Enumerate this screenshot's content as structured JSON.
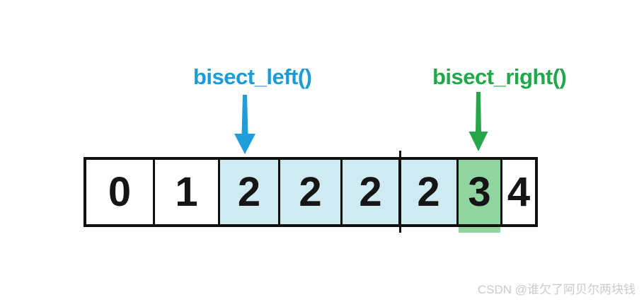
{
  "annotations": {
    "left": {
      "label": "bisect_left()"
    },
    "right": {
      "label": "bisect_right()"
    }
  },
  "array": {
    "cells": [
      {
        "value": "0",
        "highlight": "none"
      },
      {
        "value": "1",
        "highlight": "none"
      },
      {
        "value": "2",
        "highlight": "blue"
      },
      {
        "value": "2",
        "highlight": "blue"
      },
      {
        "value": "2",
        "highlight": "blue"
      },
      {
        "value": "2",
        "highlight": "blue"
      },
      {
        "value": "3",
        "highlight": "green"
      },
      {
        "value": "4",
        "highlight": "none"
      }
    ]
  },
  "watermark": {
    "text": "CSDN @谁欠了阿贝尔两块钱"
  },
  "colors": {
    "accent_blue": "#1b9cd8",
    "accent_green": "#22a74a",
    "cell_highlight_blue": "#d0eaf2",
    "cell_highlight_green": "#90d5a1",
    "border_black": "#101010",
    "watermark_gray": "#cbcbcb"
  }
}
